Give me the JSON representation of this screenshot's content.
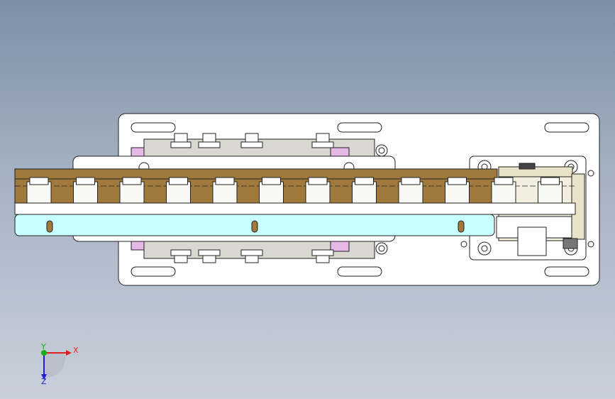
{
  "viewport": {
    "background_top": "#7e8ea6",
    "background_bottom": "#c9d0da"
  },
  "model": {
    "plate_color": "#ffffff",
    "edge_color": "#222222",
    "rail_color": "#a07a3c",
    "cover_color": "#c8ffff",
    "block_color": "#f8f8f4",
    "pink_color": "#e6b8e6",
    "khaki_color": "#e8e2c8",
    "roller_count": 12
  },
  "triad": {
    "x_label": "X",
    "y_label": "Y",
    "z_label": "Z",
    "x_color": "#e02020",
    "y_color": "#10b010",
    "z_color": "#2020d0"
  }
}
